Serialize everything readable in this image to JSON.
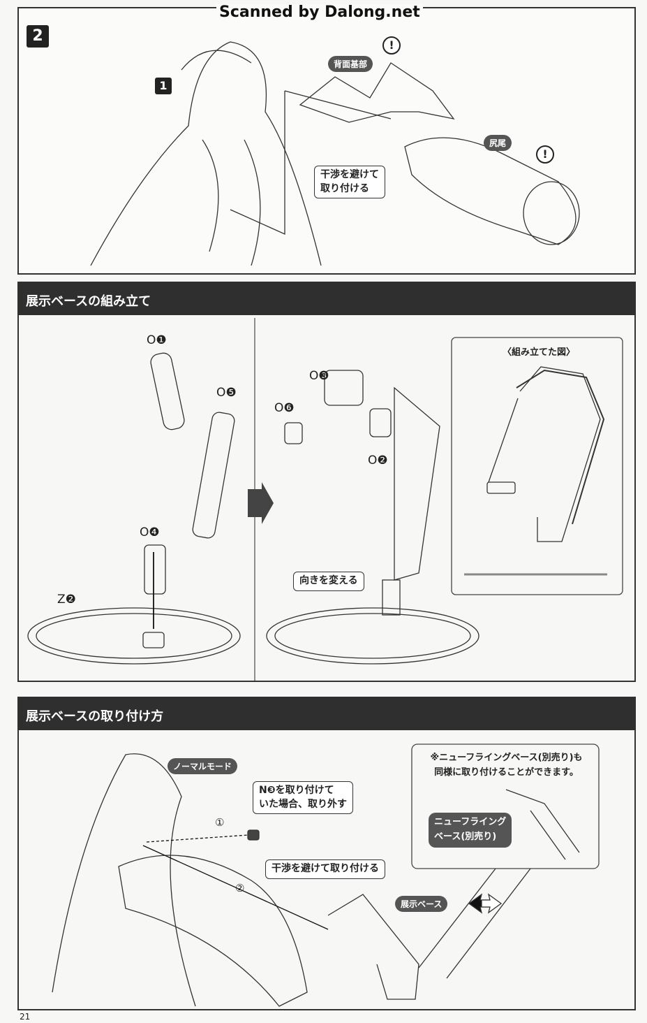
{
  "watermark": "Scanned by Dalong.net",
  "step1": {
    "step_number": "2",
    "sub_number": "1",
    "label_back_base": "背面基部",
    "label_tail": "尻尾",
    "caution": "!",
    "bubble_line1": "干渉を避けて",
    "bubble_line2": "取り付ける"
  },
  "section_assembly": {
    "title": "展示ベースの組み立て",
    "parts": {
      "o1": "O❶",
      "o5": "O❺",
      "o4": "O❹",
      "z2": "Z❷",
      "o3": "O❸",
      "o6": "O❻",
      "o2": "O❷"
    },
    "bubble_turn": "向きを変える",
    "inset_title": "〈組み立てた図〉"
  },
  "section_attach": {
    "title": "展示ベースの取り付け方",
    "badge_normal_mode": "ノーマルモード",
    "bubble_remove_line1": "N❸を取り付けて",
    "bubble_remove_line2": "いた場合、取り外す",
    "step_a": "①",
    "step_b": "②",
    "bubble_avoid": "干渉を避けて取り付ける",
    "badge_display_base": "展示ベース",
    "note_line1": "※ニューフライングベース(別売り)も",
    "note_line2": "同様に取り付けることができます。",
    "badge_flying_line1": "ニューフライング",
    "badge_flying_line2": "ベース(別売り)"
  },
  "page_number": "21"
}
